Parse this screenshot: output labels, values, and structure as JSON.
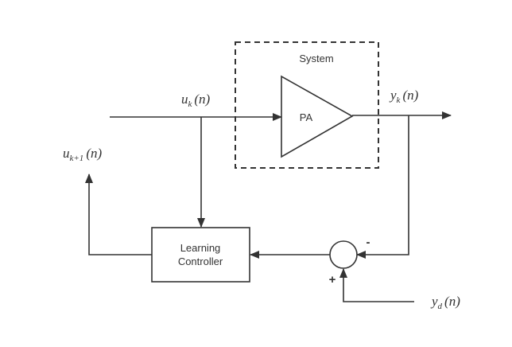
{
  "diagram": {
    "system_label": "System",
    "amplifier_label": "PA",
    "controller_label_line1": "Learning",
    "controller_label_line2": "Controller",
    "signals": {
      "input": {
        "base": "u",
        "sub": "k",
        "arg": "(n)"
      },
      "output": {
        "base": "y",
        "sub": "k",
        "arg": "(n)"
      },
      "next_input": {
        "base": "u",
        "sub": "k+1",
        "arg": "(n)"
      },
      "desired": {
        "base": "y",
        "sub": "d",
        "arg": "(n)"
      }
    },
    "minus_sign": "-",
    "plus_sign": "+"
  },
  "colors": {
    "stroke": "#333333",
    "background": "#ffffff"
  }
}
